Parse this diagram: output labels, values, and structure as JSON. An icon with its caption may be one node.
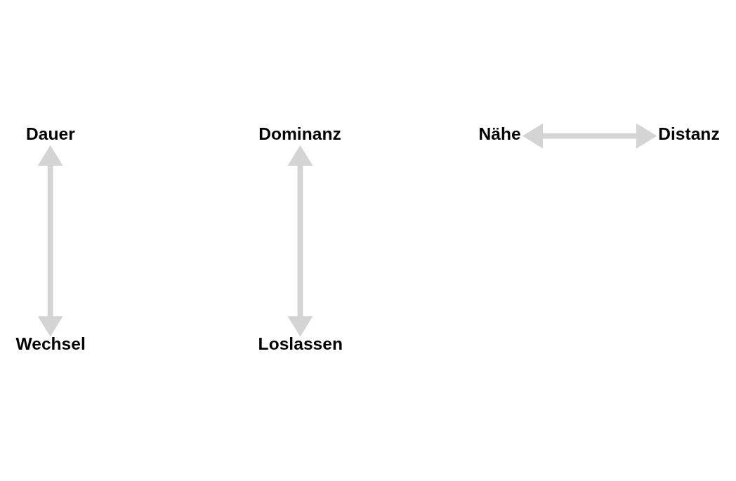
{
  "diagram": {
    "nodes": [
      {
        "text": [
          "Dauer"
        ]
      },
      {
        "text": [
          "Dominanz"
        ]
      },
      {
        "text": [
          "Nähe"
        ]
      },
      {
        "text": [
          "Distanz"
        ]
      },
      {
        "text": [
          "Loslassen"
        ]
      },
      {
        "text": [
          "Wechsel"
        ]
      }
    ],
    "edges": [
      {
        "from": 0,
        "to": 5,
        "arrow": "both"
      },
      {
        "from": 1,
        "to": 4,
        "arrow": "both"
      },
      {
        "from": 2,
        "to": 3,
        "arrow": "both"
      }
    ]
  }
}
